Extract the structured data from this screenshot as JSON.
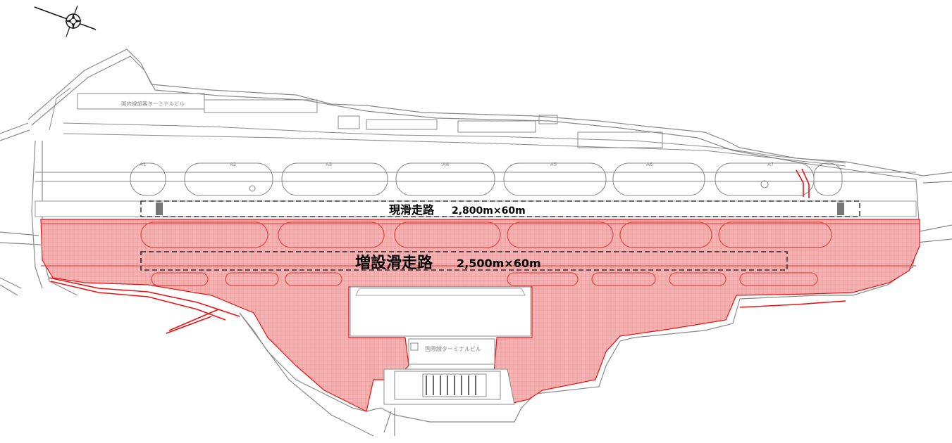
{
  "runways": {
    "existing": {
      "name": "現滑走路",
      "size": "2,800m×60m"
    },
    "new": {
      "name": "増設滑走路",
      "size": "2,500m×60m"
    }
  },
  "terminals": {
    "domestic": "国内線旅客ターミナルビル",
    "international": "国際線ターミナルビル"
  },
  "taxiway_labels": [
    "A1",
    "A2",
    "A3",
    "A4",
    "A5",
    "A6",
    "A7"
  ],
  "colors": {
    "expansion_fill": "#f4a6a6",
    "expansion_line": "#ee1111",
    "drawing_line": "#8a8a8a",
    "background": "#ffffff"
  },
  "icons": [
    "compass-rose-icon"
  ]
}
